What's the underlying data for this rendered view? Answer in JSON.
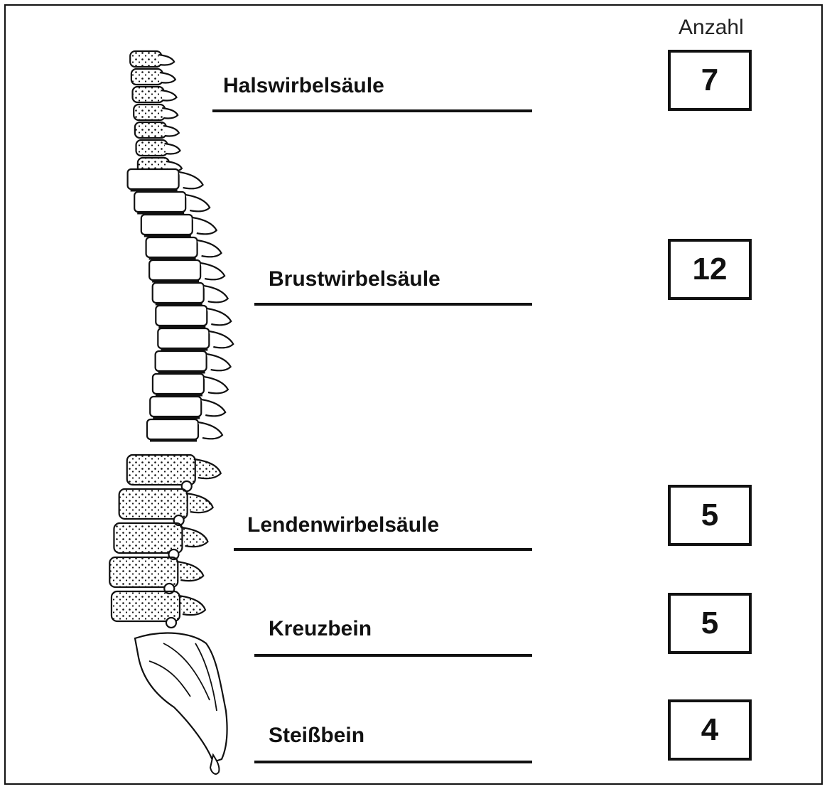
{
  "heading": "Anzahl",
  "regions": [
    {
      "label": "Halswirbelsäule",
      "count": "7"
    },
    {
      "label": "Brustwirbelsäule",
      "count": "12"
    },
    {
      "label": "Lendenwirbelsäule",
      "count": "5"
    },
    {
      "label": "Kreuzbein",
      "count": "5"
    },
    {
      "label": "Steißbein",
      "count": "4"
    }
  ]
}
